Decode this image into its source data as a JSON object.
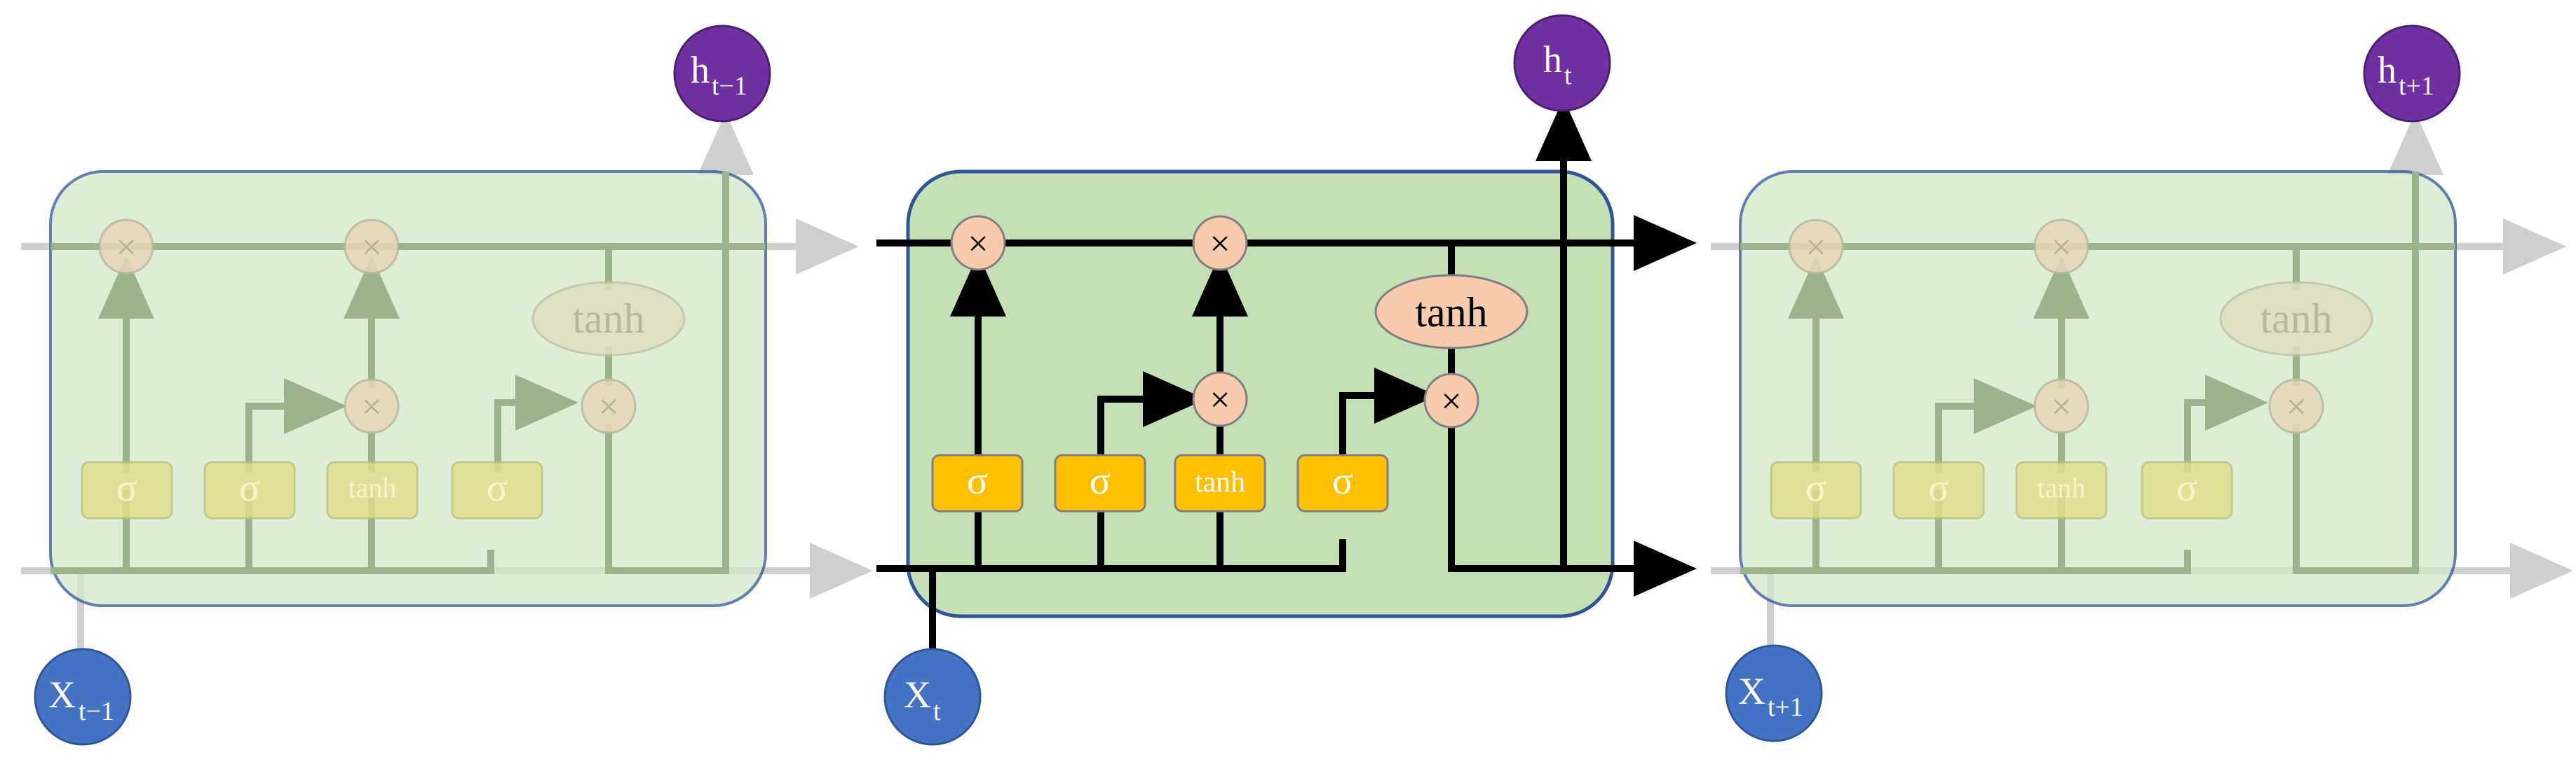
{
  "cells": [
    {
      "input_label": {
        "main": "X",
        "sub": "t−1"
      },
      "output_label": {
        "main": "h",
        "sub": "t−1"
      },
      "gates": [
        "σ",
        "σ",
        "tanh",
        "σ"
      ],
      "cell_tanh": "tanh",
      "ops": [
        "×",
        "×",
        "×",
        "×"
      ],
      "faded": true
    },
    {
      "input_label": {
        "main": "X",
        "sub": "t"
      },
      "output_label": {
        "main": "h",
        "sub": "t"
      },
      "gates": [
        "σ",
        "σ",
        "tanh",
        "σ"
      ],
      "cell_tanh": "tanh",
      "ops": [
        "×",
        "×",
        "×",
        "×"
      ],
      "faded": false
    },
    {
      "input_label": {
        "main": "X",
        "sub": "t+1"
      },
      "output_label": {
        "main": "h",
        "sub": "t+1"
      },
      "gates": [
        "σ",
        "σ",
        "tanh",
        "σ"
      ],
      "cell_tanh": "tanh",
      "ops": [
        "×",
        "×",
        "×",
        "×"
      ],
      "faded": true
    }
  ],
  "colors": {
    "cell_fill": "#c5e0b4",
    "cell_fill_faded": "#d3e8c8",
    "cell_border": "#2f5597",
    "gate_fill": "#ffc000",
    "gate_fill_faded": "#e2e08c",
    "op_fill": "#f8cbad",
    "input_node": "#4472c4",
    "output_node": "#7030a0",
    "line_active": "#000000",
    "line_faded": "#9db38d",
    "line_outer_faded": "#cfcfcf",
    "text_on_gate": "#ffffff"
  }
}
